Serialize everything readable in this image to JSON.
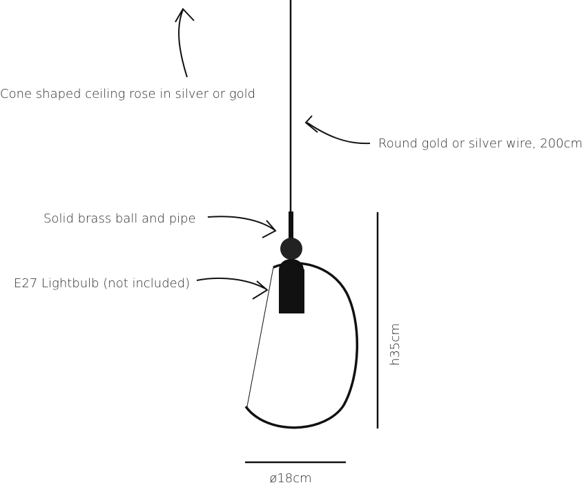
{
  "annotations": {
    "ceiling_rose": "Cone shaped ceiling rose in silver or gold",
    "wire": "Round gold or silver wire, 200cm",
    "ball_pipe": "Solid brass ball and pipe",
    "bulb": "E27 Lightbulb (not included)"
  },
  "dimensions": {
    "height": "h35cm",
    "diameter": "ø18cm"
  },
  "colors": {
    "ink": "#111111",
    "text": "#2a2a2a",
    "background": "#ffffff"
  }
}
